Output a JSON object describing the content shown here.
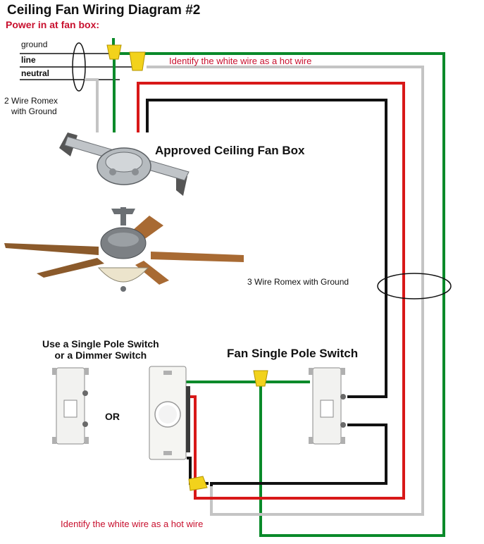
{
  "title": "Ceiling Fan Wiring Diagram #2",
  "power_label": "Power in at fan box:",
  "wire_labels": {
    "ground": "ground",
    "line": "line",
    "neutral": "neutral"
  },
  "romex_2wire": [
    "2 Wire Romex",
    "with Ground"
  ],
  "fan_box_label": "Approved Ceiling Fan Box",
  "romex_3wire": "3 Wire Romex with Ground",
  "switch_choice": [
    "Use a Single Pole Switch",
    "or a Dimmer Switch"
  ],
  "or_label": "OR",
  "fan_switch_label": "Fan Single Pole Switch",
  "identify_top": "Identify the white wire as a hot wire",
  "identify_bottom": "Identify the white wire as a hot wire",
  "colors": {
    "green": "#0a8a2a",
    "red": "#d81818",
    "black": "#111111",
    "white_wire": "#c4c4c4",
    "wirenut": "#f2d21c",
    "label_red": "#c8102e"
  }
}
